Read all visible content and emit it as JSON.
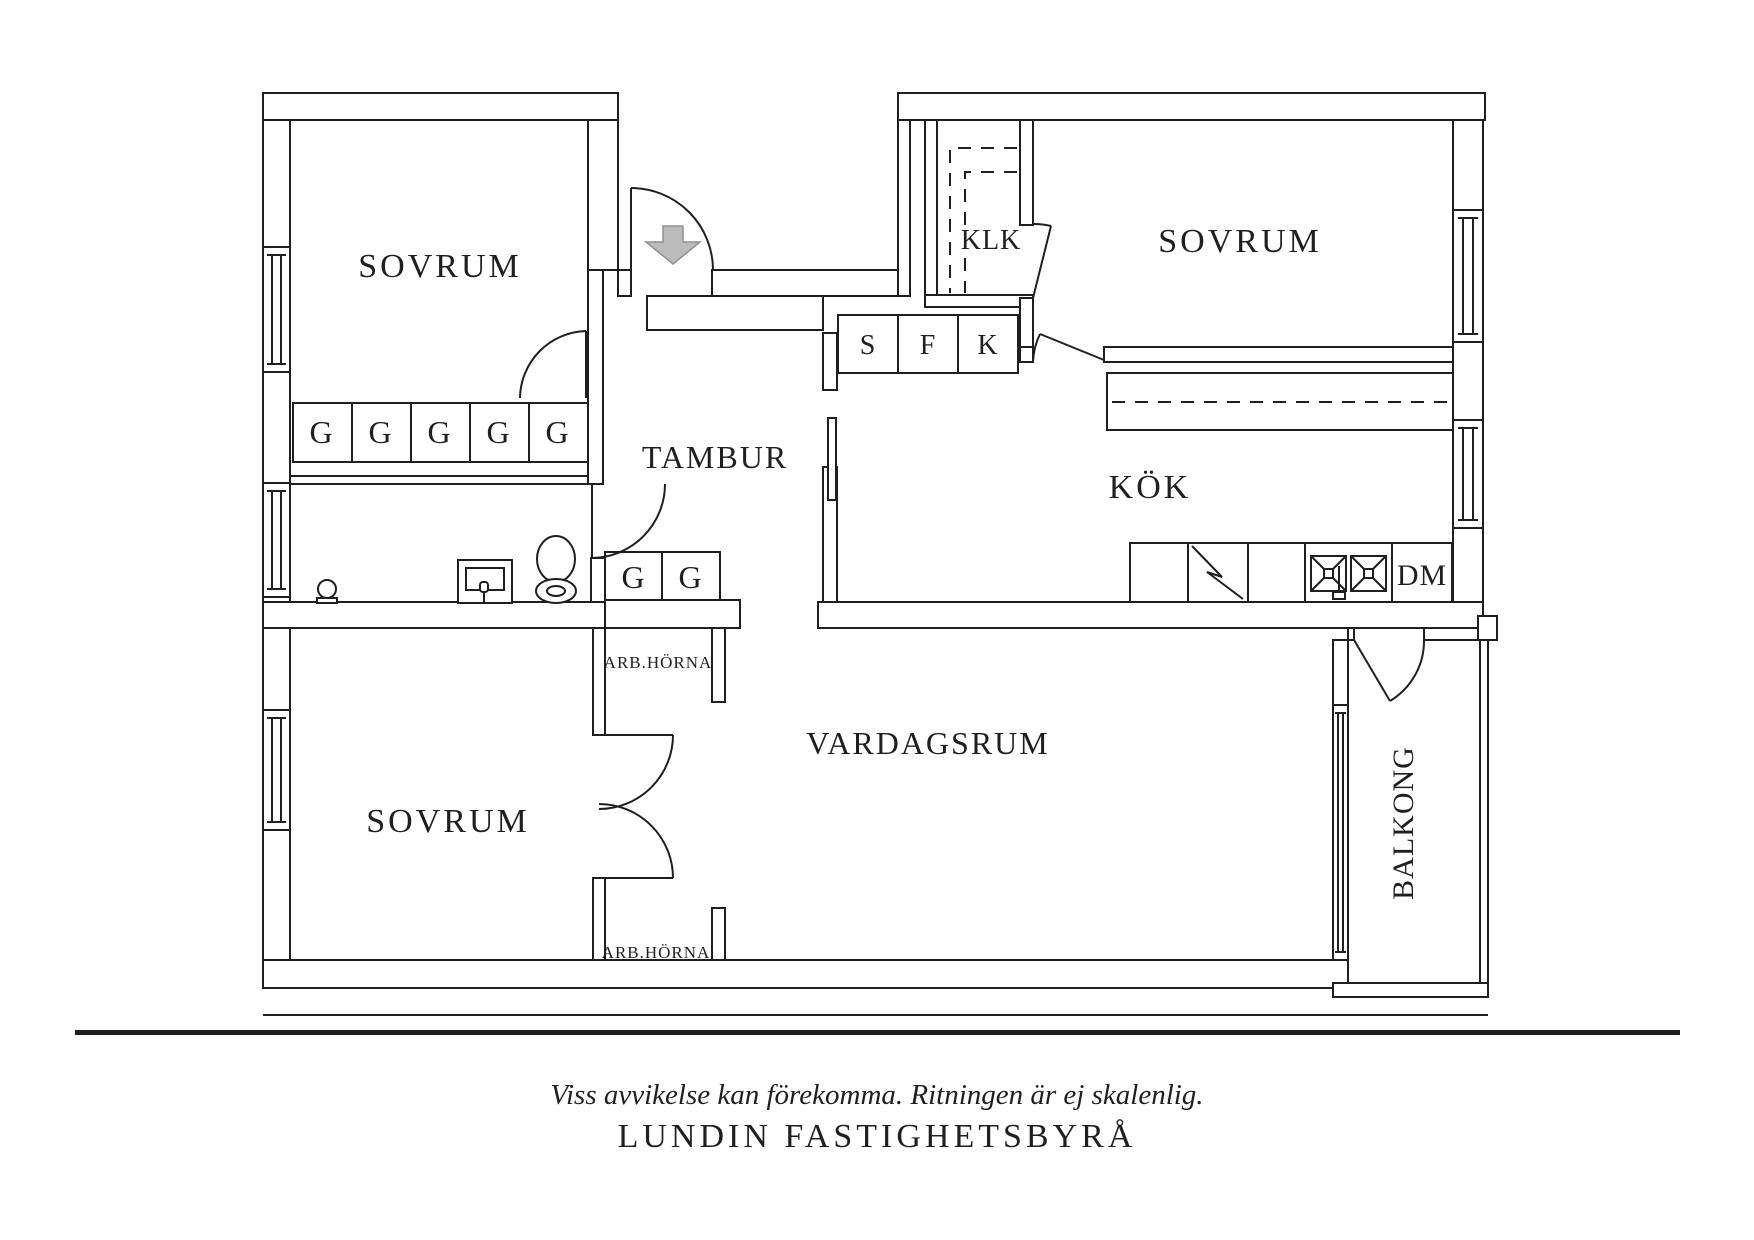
{
  "plan": {
    "rooms": {
      "bedroom_top_left": "SOVRUM",
      "bedroom_top_right": "SOVRUM",
      "bedroom_bottom_left": "SOVRUM",
      "hall": "TAMBUR",
      "kitchen": "KÖK",
      "living_room": "VARDAGSRUM",
      "balcony": "BALKONG",
      "walk_in_closet": "KLK"
    },
    "fixtures": {
      "bedroom_wardrobes": [
        "G",
        "G",
        "G",
        "G",
        "G"
      ],
      "hall_wardrobes": [
        "G",
        "G"
      ],
      "cabinet_s": "S",
      "cabinet_f": "F",
      "cabinet_k": "K",
      "dishwasher": "DM",
      "work_corner_upper": "ARB.HÖRNA",
      "work_corner_lower": "ARB.HÖRNA"
    }
  },
  "footer": {
    "disclaimer": "Viss avvikelse kan förekomma. Ritningen är ej skalenlig.",
    "brand": "LUNDIN FASTIGHETSBYRÅ"
  },
  "colors": {
    "line": "#1f1f1f",
    "arrow": "#bcbcbc"
  }
}
